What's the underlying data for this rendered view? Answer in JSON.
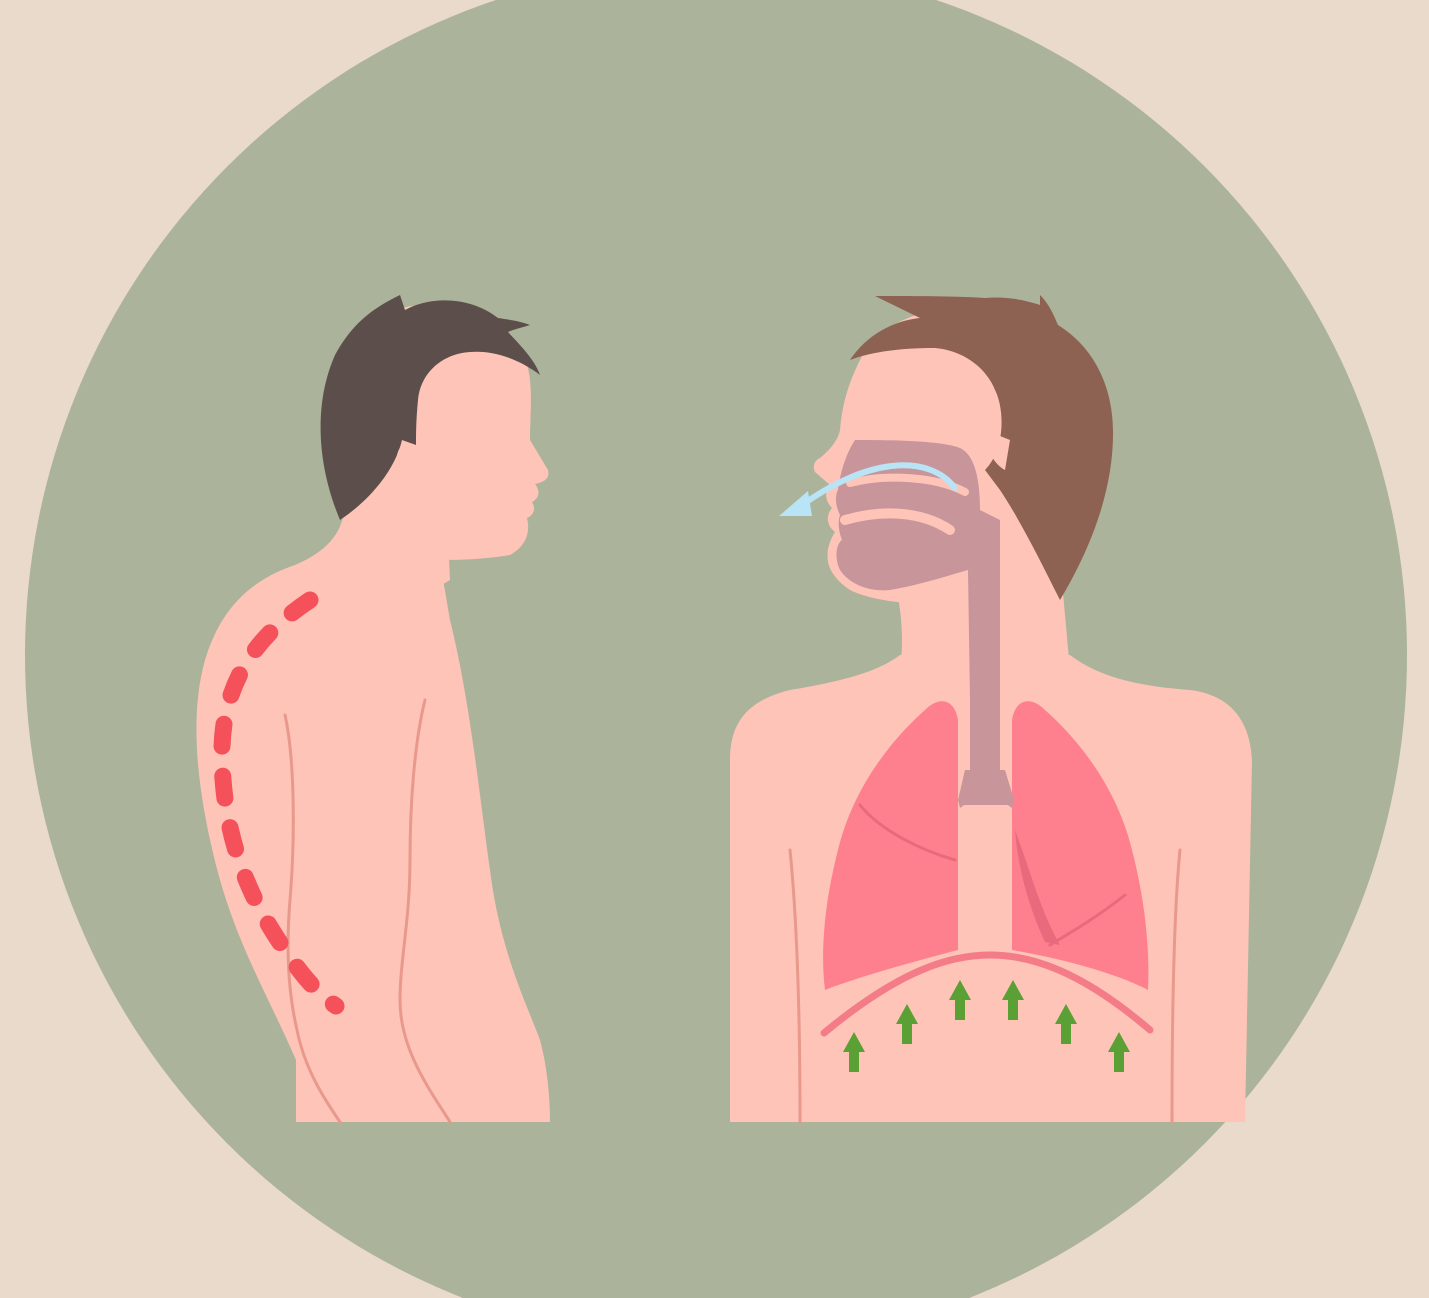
{
  "illustration": {
    "panels": [
      {
        "id": "posture",
        "depicts": "spine-curve",
        "spine_marker": "dashed-line"
      },
      {
        "id": "breathing",
        "depicts": "respiratory-system",
        "exhale_arrow": "airflow-out",
        "diaphragm_push_arrows": 6
      }
    ]
  },
  "colors": {
    "background": "#e9dacb",
    "circle": "#abb39b",
    "skin": "#fec4b8",
    "skin_line": "#e8998c",
    "hair_left": "#5c4e4a",
    "hair_right": "#8e6252",
    "spine_dash": "#f4515b",
    "airway": "#c7959a",
    "lungs": "#fe7f8e",
    "lungs_shade": "#e86a7c",
    "diaphragm": "#f47c88",
    "exhale_arrow": "#b8e4f5",
    "push_arrows": "#5aa034"
  }
}
